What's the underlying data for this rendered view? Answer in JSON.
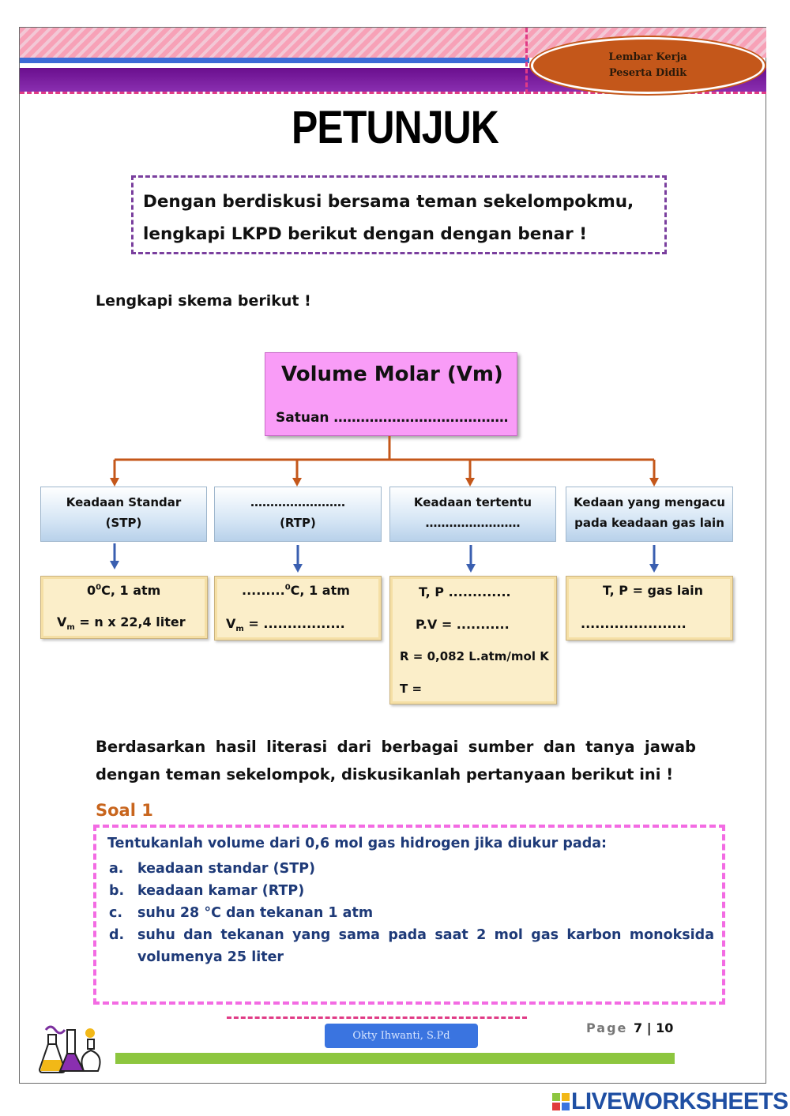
{
  "header": {
    "badge_line1": "Lembar Kerja",
    "badge_line2": "Peserta Didik"
  },
  "title": "PETUNJUK",
  "instruction": {
    "line1": "Dengan berdiskusi bersama teman sekelompokmu,",
    "line2": "lengkapi LKPD berikut dengan dengan benar !"
  },
  "subtitle": "Lengkapi skema berikut !",
  "scheme": {
    "root_title": "Volume Molar (Vm)",
    "root_unit": "Satuan …………………………………",
    "branches": [
      {
        "l1": "Keadaan Standar",
        "l2": "(STP)"
      },
      {
        "l1": "……………………",
        "l2": "(RTP)"
      },
      {
        "l1": "Keadaan tertentu",
        "l2": "……………………"
      },
      {
        "l1": "Kedaan yang mengacu",
        "l2": "pada keadaan gas lain"
      }
    ],
    "stp": {
      "temp": "0",
      "temp_sup": "0",
      "temp_rest": "C, 1 atm",
      "vm": "V",
      "vm_sub": "m",
      "vm_rest": " = n x 22,4 liter"
    },
    "rtp": {
      "temp": ".........",
      "temp_sup": "0",
      "temp_rest": "C, 1 atm",
      "vm": "V",
      "vm_sub": "m",
      "vm_rest": " = ................."
    },
    "tertentu": {
      "l1": "T, P .............",
      "l2": "P.V = ...........",
      "l3": "R = 0,082 L.atm/mol K",
      "l4": "T ="
    },
    "gaslain": {
      "l1": "T, P = gas lain",
      "l2": "......................"
    }
  },
  "paragraph": "Berdasarkan hasil literasi dari berbagai sumber dan tanya jawab dengan teman sekelompok, diskusikanlah pertanyaan berikut ini !",
  "soal": {
    "label": "Soal 1",
    "question": "Tentukanlah volume dari 0,6 mol gas hidrogen jika diukur pada:",
    "items": [
      {
        "letter": "a.",
        "text": "keadaan standar (STP)"
      },
      {
        "letter": "b.",
        "text": "keadaan kamar (RTP)"
      },
      {
        "letter": "c.",
        "text": "suhu 28 °C dan tekanan 1 atm"
      },
      {
        "letter": "d.",
        "text": "suhu dan tekanan yang sama pada saat 2 mol gas karbon monoksida volumenya 25 liter"
      }
    ]
  },
  "footer": {
    "author": "Okty Ihwanti, S.Pd",
    "page_word": "Page",
    "page_current": "7",
    "page_sep": " | ",
    "page_total": "10"
  },
  "watermark": "LIVEWORKSHEETS",
  "colors": {
    "vm_box": "#f99cf7",
    "connector": "#c4571a",
    "arrow_blue": "#3a5fb0",
    "soal_border": "#f36be3",
    "question_text": "#1e3a78"
  }
}
